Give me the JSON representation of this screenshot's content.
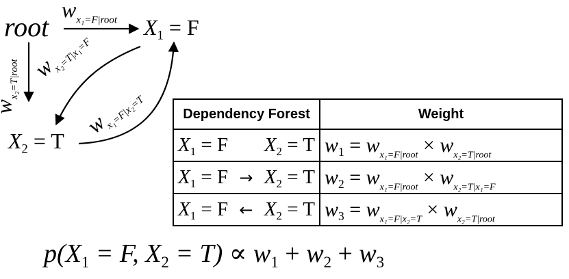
{
  "nodes": {
    "root": "root",
    "x1": {
      "var": "X",
      "sub": "1",
      "rest": " = F"
    },
    "x2": {
      "var": "X",
      "sub": "2",
      "rest": " = T"
    }
  },
  "edges": {
    "root_x1": {
      "w": "w",
      "sub": "x₁=F|root"
    },
    "root_x2": {
      "w": "w",
      "sub": "x₂=T|root"
    },
    "x1_x2": {
      "w": "w",
      "sub": "x₂=T|x₁=F"
    },
    "x2_x1": {
      "w": "w",
      "sub": "x₁=F|x₂=T"
    }
  },
  "table": {
    "headers": [
      "Dependency Forest",
      "Weight"
    ],
    "rows": [
      {
        "left_a": "X",
        "left_a_sub": "1",
        "left_a_rest": " = F",
        "arrow": "",
        "left_b": "X",
        "left_b_sub": "2",
        "left_b_rest": " = T",
        "w": "w",
        "w_sub": "1",
        "eq": " = ",
        "t1": "w",
        "t1_sub": "x₁=F|root",
        "times": " × ",
        "t2": "w",
        "t2_sub": "x₂=T|root"
      },
      {
        "left_a": "X",
        "left_a_sub": "1",
        "left_a_rest": " = F",
        "arrow": "→",
        "left_b": "X",
        "left_b_sub": "2",
        "left_b_rest": " = T",
        "w": "w",
        "w_sub": "2",
        "eq": " = ",
        "t1": "w",
        "t1_sub": "x₁=F|root",
        "times": " × ",
        "t2": "w",
        "t2_sub": "x₂=T|x₁=F"
      },
      {
        "left_a": "X",
        "left_a_sub": "1",
        "left_a_rest": " = F",
        "arrow": "←",
        "left_b": "X",
        "left_b_sub": "2",
        "left_b_rest": " = T",
        "w": "w",
        "w_sub": "3",
        "eq": " = ",
        "t1": "w",
        "t1_sub": "x₁=F|x₂=T",
        "times": " × ",
        "t2": "w",
        "t2_sub": "x₂=T|root"
      }
    ]
  },
  "formula": {
    "p": "p(X",
    "s1": "1",
    "a": " = F, X",
    "s2": "2",
    "b": " = T) ∝ ",
    "w1": "w",
    "w1s": "1",
    "plus1": " + ",
    "w2": "w",
    "w2s": "2",
    "plus2": " + ",
    "w3": "w",
    "w3s": "3"
  }
}
